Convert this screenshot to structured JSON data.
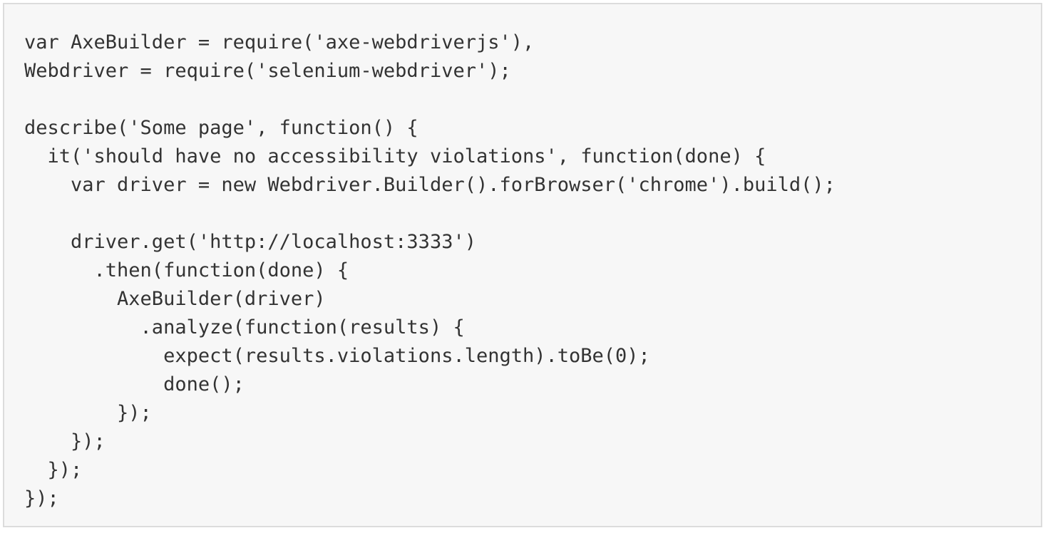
{
  "code_block": {
    "lines": [
      "var AxeBuilder = require('axe-webdriverjs'),",
      "Webdriver = require('selenium-webdriver');",
      "",
      "describe('Some page', function() {",
      "  it('should have no accessibility violations', function(done) {",
      "    var driver = new Webdriver.Builder().forBrowser('chrome').build();",
      "",
      "    driver.get('http://localhost:3333')",
      "      .then(function(done) {",
      "        AxeBuilder(driver)",
      "          .analyze(function(results) {",
      "            expect(results.violations.length).toBe(0);",
      "            done();",
      "        });",
      "    });",
      "  });",
      "});"
    ]
  }
}
